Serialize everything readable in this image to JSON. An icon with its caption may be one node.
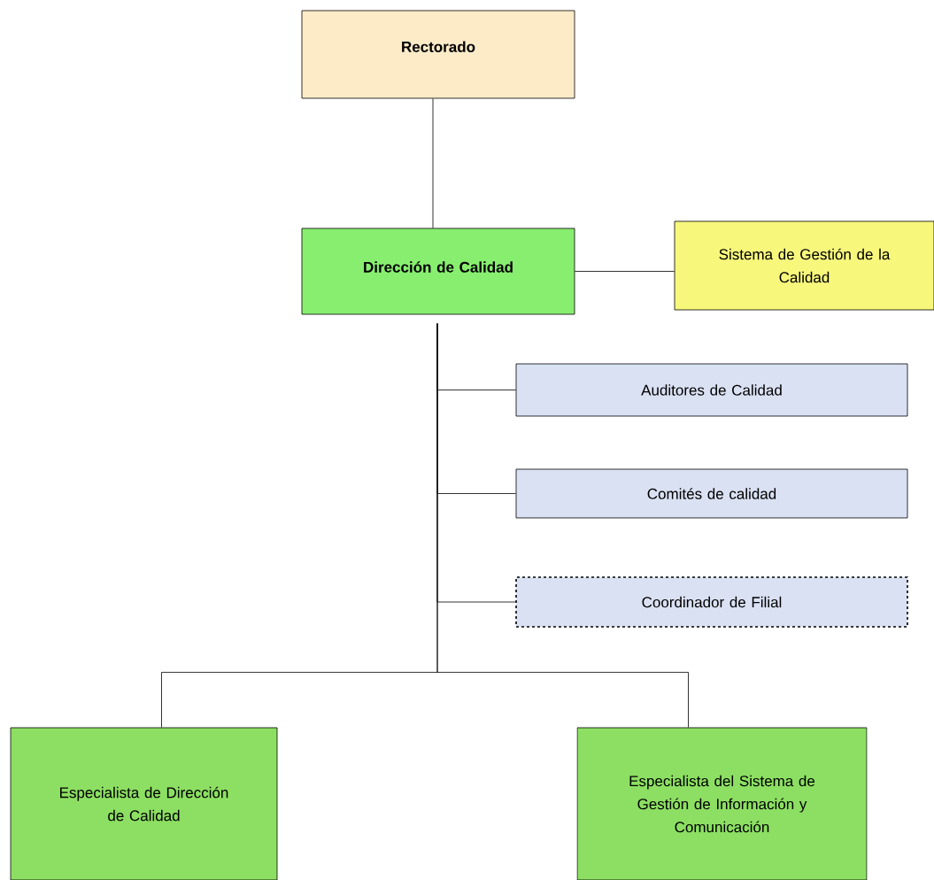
{
  "diagram": {
    "nodes": [
      {
        "text": [
          "Rectorado"
        ]
      },
      {
        "text": [
          "Dirección de Calidad"
        ]
      },
      {
        "text": [
          "Sistema de Gestión de la Calidad"
        ]
      },
      {
        "text": [
          "Auditores de Calidad"
        ]
      },
      {
        "text": [
          "Comités de calidad"
        ]
      },
      {
        "text": [
          "Coordinador de Filial"
        ]
      },
      {
        "text": [
          "Especialista de Dirección de Calidad"
        ]
      },
      {
        "text": [
          "Especialista del Sistema de Gestión de Información y Comunicación"
        ]
      }
    ],
    "edges": [
      {
        "from": 0,
        "to": 1,
        "arrow": "none"
      },
      {
        "from": 1,
        "to": 2,
        "arrow": "none"
      },
      {
        "from": 1,
        "to": 3,
        "arrow": "none"
      },
      {
        "from": 1,
        "to": 4,
        "arrow": "none"
      },
      {
        "from": 1,
        "to": 5,
        "arrow": "none"
      },
      {
        "from": 1,
        "to": 6,
        "arrow": "none"
      },
      {
        "from": 1,
        "to": 7,
        "arrow": "none"
      }
    ]
  }
}
